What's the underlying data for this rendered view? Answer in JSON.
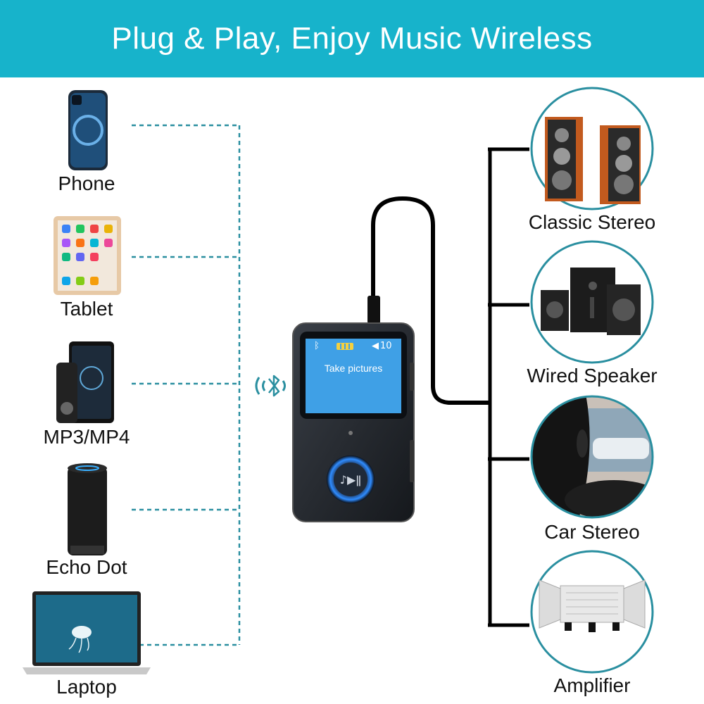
{
  "banner": {
    "title": "Plug & Play, Enjoy Music Wireless",
    "color": "#17b3cb"
  },
  "sources": [
    {
      "label": "Phone",
      "icon": "phone-icon"
    },
    {
      "label": "Tablet",
      "icon": "tablet-icon"
    },
    {
      "label": "MP3/MP4",
      "icon": "mp3-player-icon"
    },
    {
      "label": "Echo Dot",
      "icon": "smart-speaker-icon"
    },
    {
      "label": "Laptop",
      "icon": "laptop-icon"
    }
  ],
  "outputs": [
    {
      "label": "Classic Stereo",
      "icon": "classic-stereo-icon"
    },
    {
      "label": "Wired Speaker",
      "icon": "wired-speaker-icon"
    },
    {
      "label": "Car Stereo",
      "icon": "car-stereo-icon"
    },
    {
      "label": "Amplifier",
      "icon": "amplifier-icon"
    }
  ],
  "device": {
    "screen_text": "Take pictures",
    "volume": "10",
    "icons": [
      "bluetooth-icon",
      "battery-icon",
      "speaker-icon",
      "play-pause-button-icon"
    ]
  },
  "colors": {
    "wireless_line": "#2a8fa0",
    "wired_line": "#000000",
    "device_glow": "#2f8cff"
  }
}
